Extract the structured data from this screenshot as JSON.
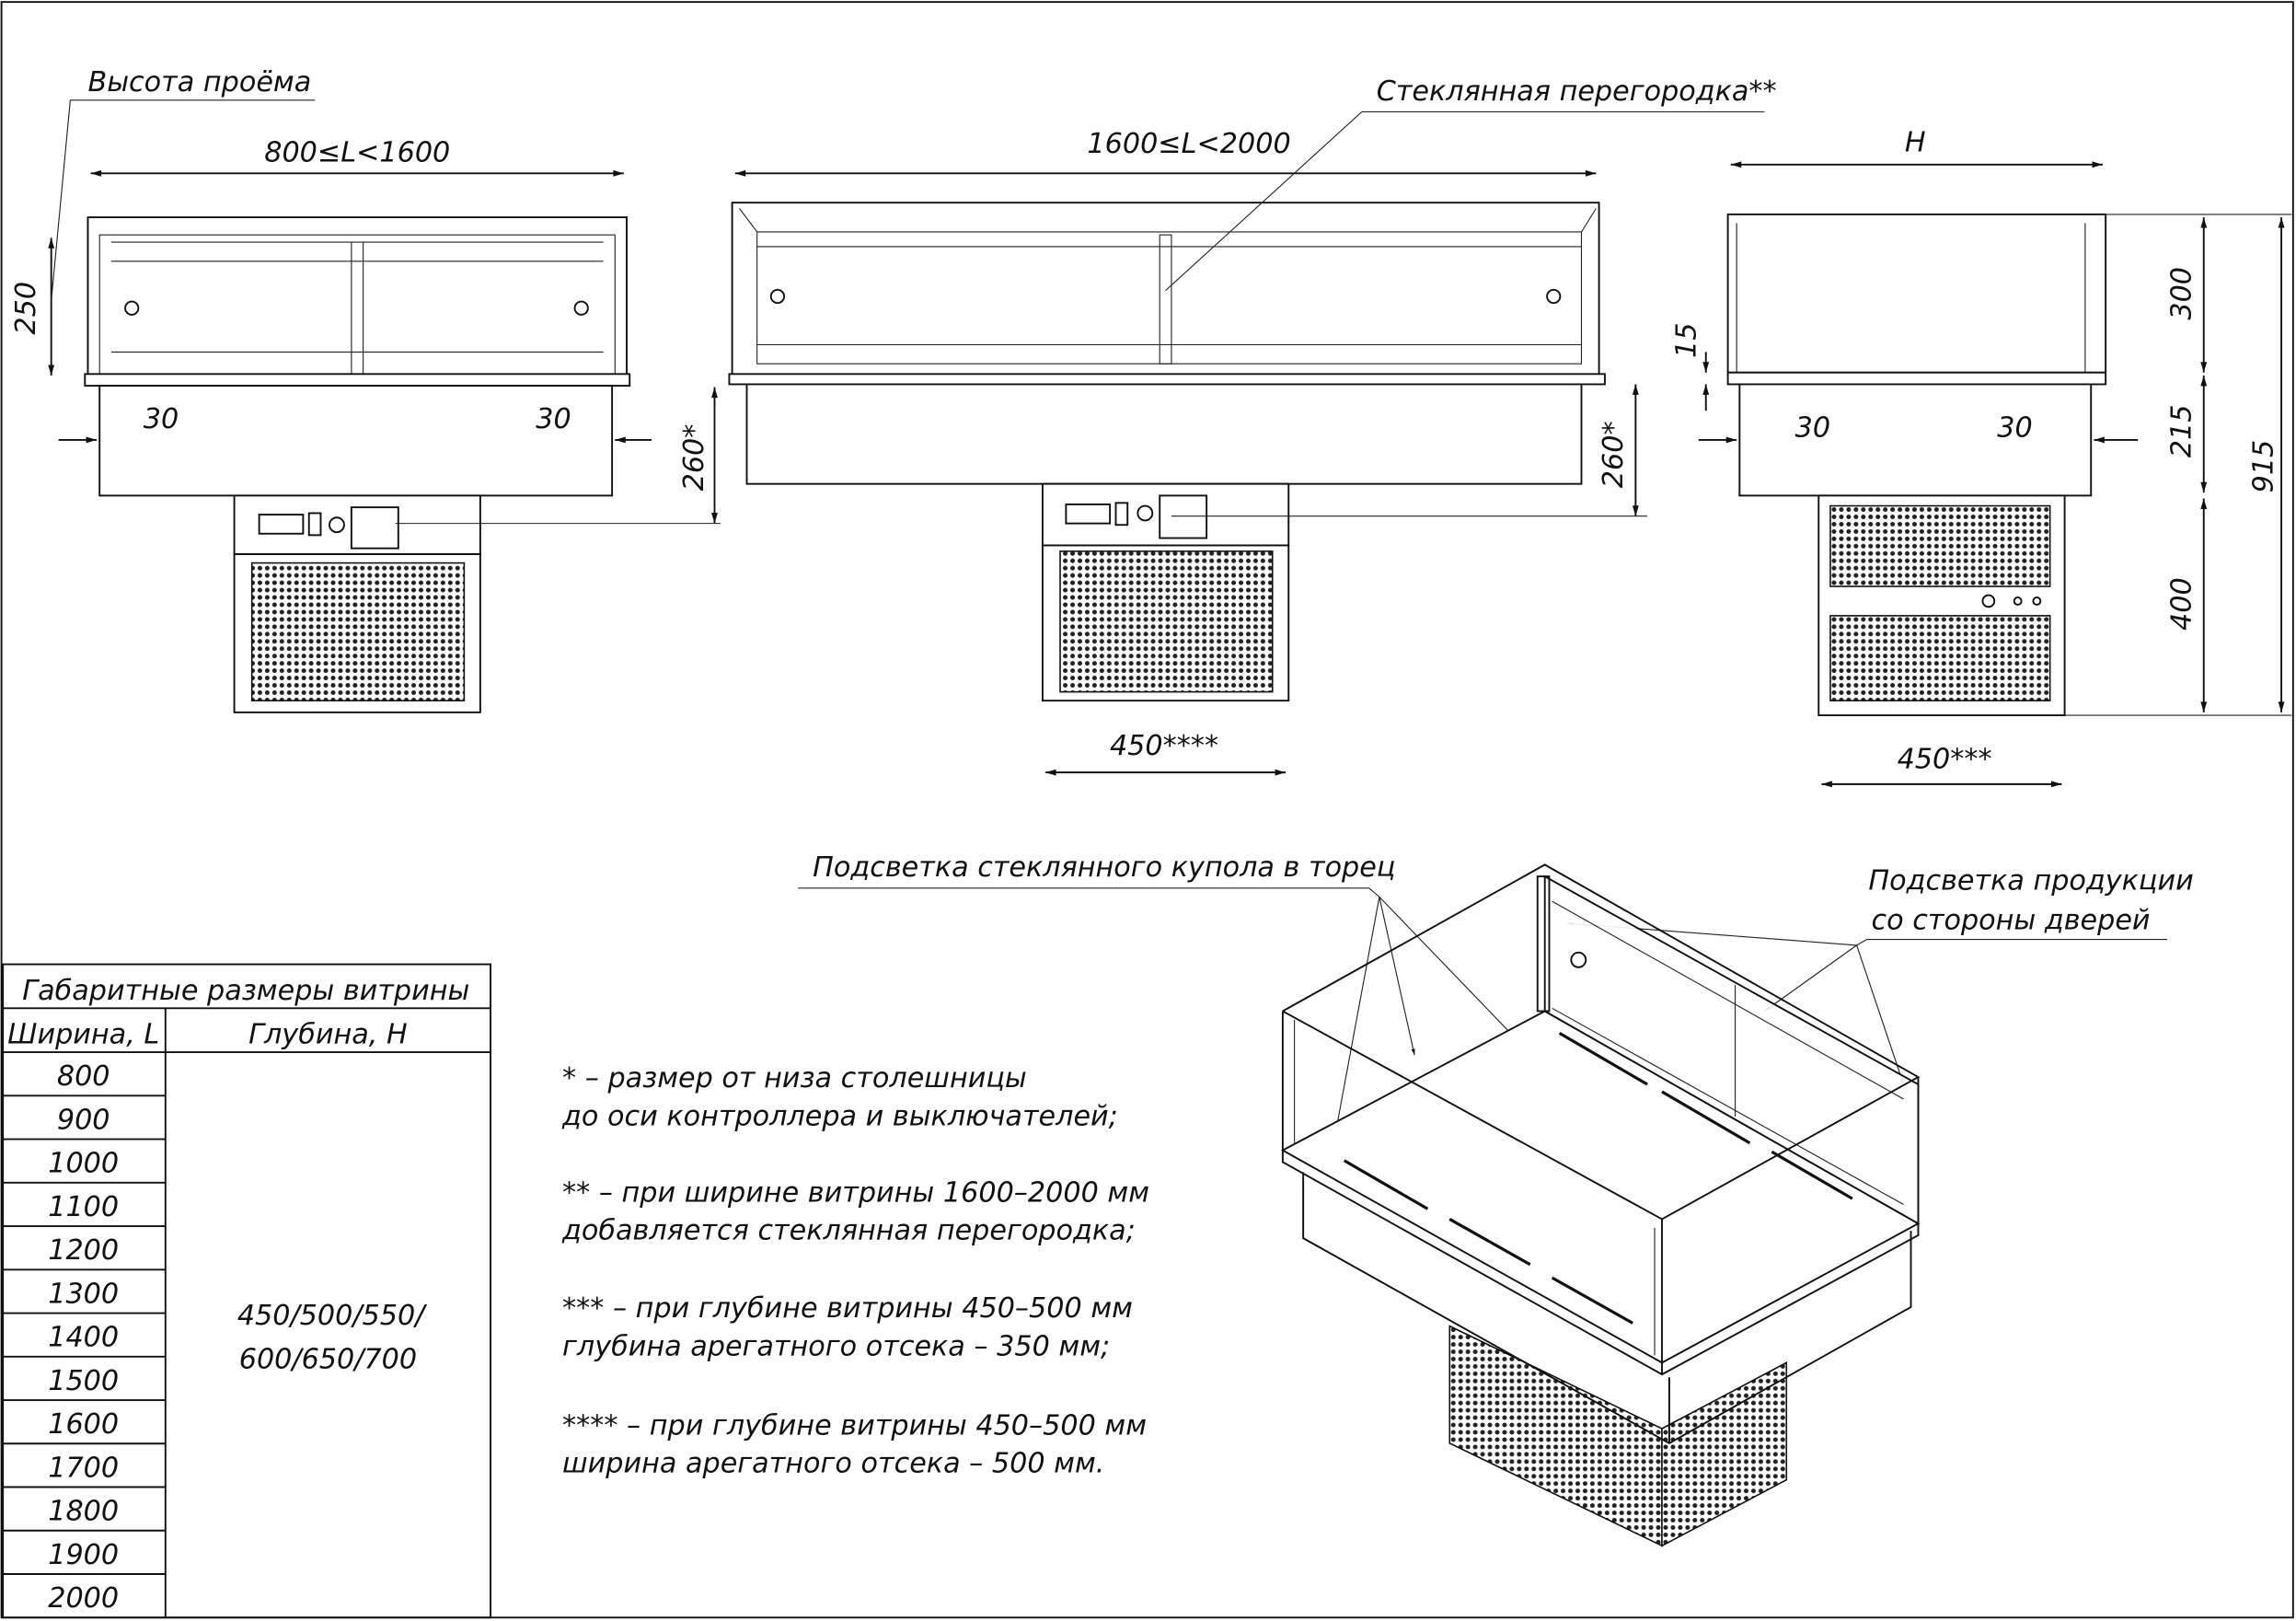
{
  "labels": {
    "opening_height": "Высота проёма",
    "glass_partition": "Стеклянная перегородка**",
    "dome_light": "Подсветка стеклянного купола в торец",
    "product_light_1": "Подсветка продукции",
    "product_light_2": "со стороны дверей"
  },
  "dimensions": {
    "width_small": "800≤L<1600",
    "width_large": "1600≤L<2000",
    "depth": "H",
    "d250": "250",
    "d30": "30",
    "d260": "260*",
    "d450_4": "450****",
    "d450_3": "450***",
    "d15": "15",
    "d300": "300",
    "d215": "215",
    "d400": "400",
    "d915": "915"
  },
  "table": {
    "title": "Габаритные размеры витрины",
    "col_width": "Ширина, L",
    "col_depth": "Глубина, H",
    "widths": [
      "800",
      "900",
      "1000",
      "1100",
      "1200",
      "1300",
      "1400",
      "1500",
      "1600",
      "1700",
      "1800",
      "1900",
      "2000"
    ],
    "depth_line1": "450/500/550/",
    "depth_line2": "600/650/700"
  },
  "notes": [
    "* – размер от низа столешницы",
    "до оси контроллера и выключателей;",
    "** – при ширине витрины 1600–2000 мм",
    "добавляется стеклянная перегородка;",
    "*** – при глубине витрины 450–500 мм",
    "глубина арегатного отсека – 350 мм;",
    "**** – при глубине витрины 450–500 мм",
    "ширина арегатного отсека – 500 мм."
  ]
}
